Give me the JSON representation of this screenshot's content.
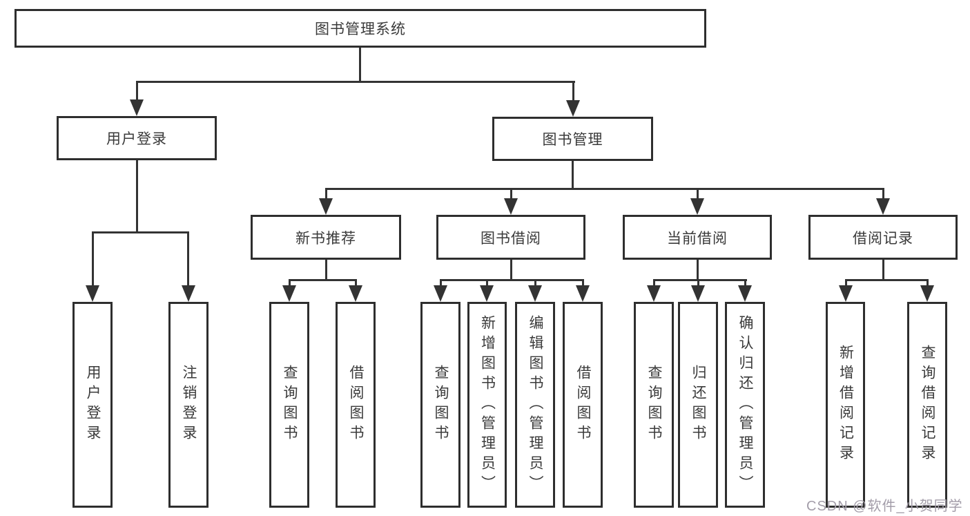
{
  "nodes": {
    "root": "图书管理系统",
    "user_login": "用户登录",
    "book_mgmt": "图书管理",
    "new_book_rec": "新书推荐",
    "book_borrow": "图书借阅",
    "current_borrow": "当前借阅",
    "borrow_record": "借阅记录",
    "leaf_user_login": "用户登录",
    "leaf_logout": "注销登录",
    "leaf_query_book_a": "查询图书",
    "leaf_borrow_book_a": "借阅图书",
    "leaf_query_book_b": "查询图书",
    "leaf_add_book_admin": "新增图书（管理员）",
    "leaf_edit_book_admin": "编辑图书（管理员）",
    "leaf_borrow_book_b": "借阅图书",
    "leaf_query_book_c": "查询图书",
    "leaf_return_book": "归还图书",
    "leaf_confirm_return_admin": "确认归还（管理员）",
    "leaf_add_borrow_record": "新增借阅记录",
    "leaf_query_borrow_record": "查询借阅记录"
  },
  "watermark": "CSDN @软件_小贺同学",
  "colors": {
    "line": "#333333",
    "box_border": "#2e2e2e",
    "text": "#3a3a3a",
    "watermark": "#a39da9",
    "background": "#ffffff"
  }
}
